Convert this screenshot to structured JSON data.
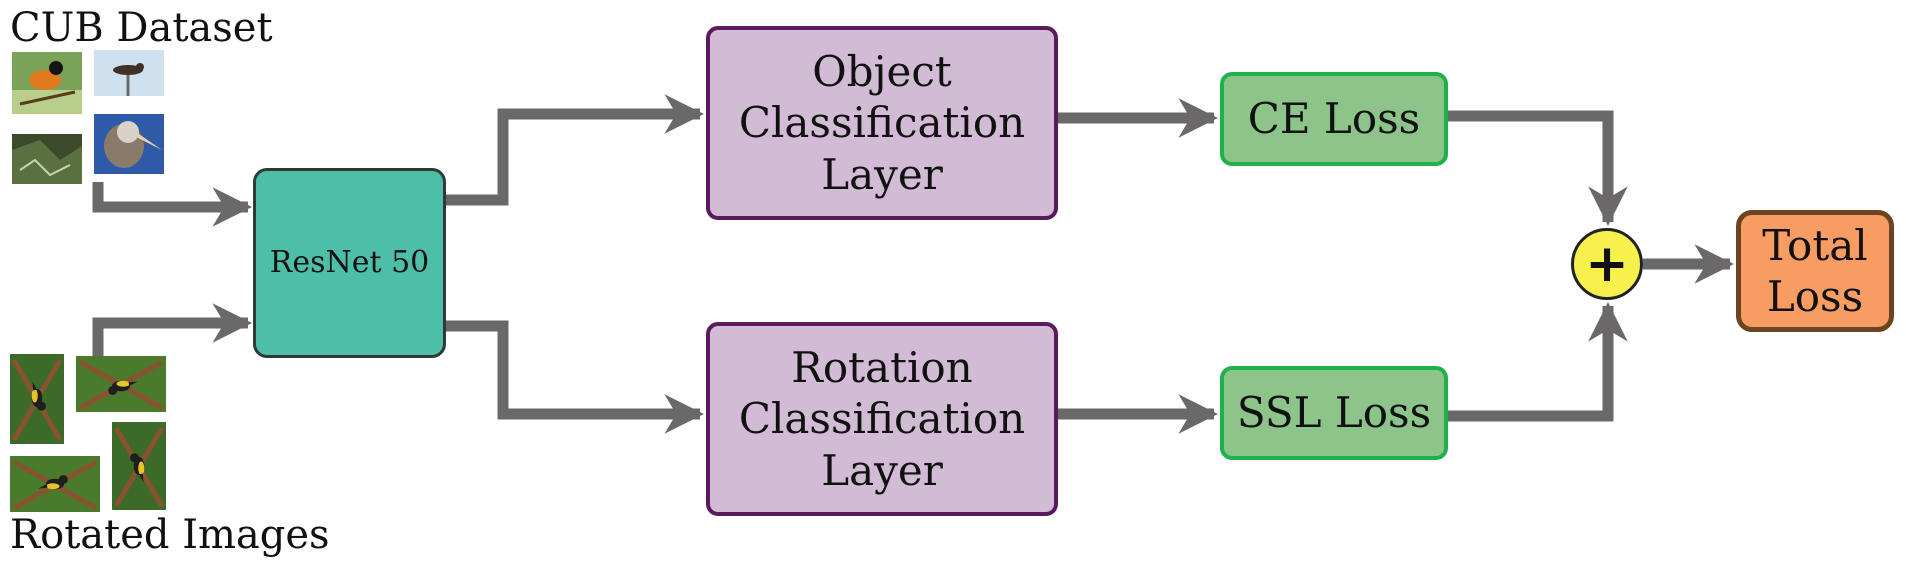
{
  "inputs": {
    "top_label": "CUB Dataset",
    "bottom_label": "Rotated Images"
  },
  "backbone": {
    "label": "ResNet 50"
  },
  "heads": {
    "object": {
      "label": "Object\nClassification\nLayer"
    },
    "rotation": {
      "label": "Rotation\nClassification\nLayer"
    }
  },
  "losses": {
    "ce": "CE Loss",
    "ssl": "SSL Loss",
    "total": "Total\nLoss"
  },
  "sum_symbol": "+",
  "colors": {
    "backbone": "#4dbfa8",
    "head_fill": "#d2bcd5",
    "head_border": "#5a1a5e",
    "loss_fill": "#8cc48a",
    "loss_border": "#1fb14a",
    "total_fill": "#f79d63",
    "total_border": "#6b4422",
    "sum_fill": "#f7f04d",
    "arrow": "#6a6868"
  }
}
